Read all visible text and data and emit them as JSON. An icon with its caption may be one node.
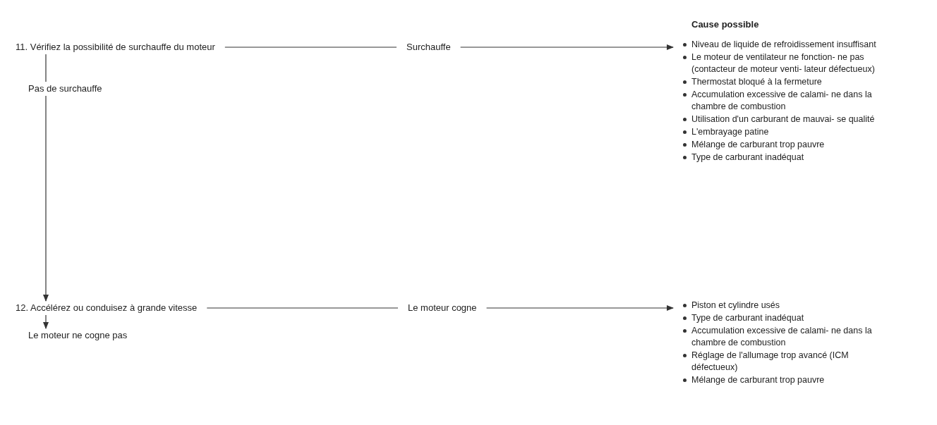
{
  "diagram": {
    "nodes": [
      {
        "text": [
          "11. Vérifiez la possibilité de surchauffe du moteur"
        ]
      },
      {
        "text": [
          "Surchauffe"
        ]
      },
      {
        "text": [
          "Niveau de liquide de refroidissement insuffisant",
          "Le moteur de ventilateur ne fonction- ne pas (contacteur de moteur venti- lateur défectueux)",
          "Thermostat bloqué à la fermeture",
          "Accumulation excessive de calami- ne dans la chambre de combustion",
          "Utilisation d'un carburant de mauvai- se qualité",
          "L'embrayage patine",
          "Mélange de carburant trop pauvre",
          "Type de carburant inadéquat"
        ]
      },
      {
        "text": [
          "Pas de surchauffe"
        ]
      },
      {
        "text": [
          "12. Accélérez ou conduisez à grande vitesse"
        ]
      },
      {
        "text": [
          "Le moteur cogne"
        ]
      },
      {
        "text": [
          "Piston et cylindre usés",
          "Type de carburant inadéquat",
          "Accumulation excessive de calami- ne dans la chambre de combustion",
          "Réglage de l'allumage trop avancé (ICM défectueux)",
          "Mélange de carburant trop pauvre"
        ]
      },
      {
        "text": [
          "Le moteur ne cogne pas"
        ]
      }
    ],
    "edges": [
      {
        "from": 0,
        "to": 1,
        "arrow": "none"
      },
      {
        "from": 1,
        "to": 2,
        "arrow": "to"
      },
      {
        "from": 0,
        "to": 3,
        "arrow": "none"
      },
      {
        "from": 3,
        "to": 4,
        "arrow": "to"
      },
      {
        "from": 4,
        "to": 5,
        "arrow": "none"
      },
      {
        "from": 5,
        "to": 6,
        "arrow": "to"
      },
      {
        "from": 4,
        "to": 7,
        "arrow": "to"
      }
    ],
    "labels": [
      "Cause possible"
    ]
  }
}
